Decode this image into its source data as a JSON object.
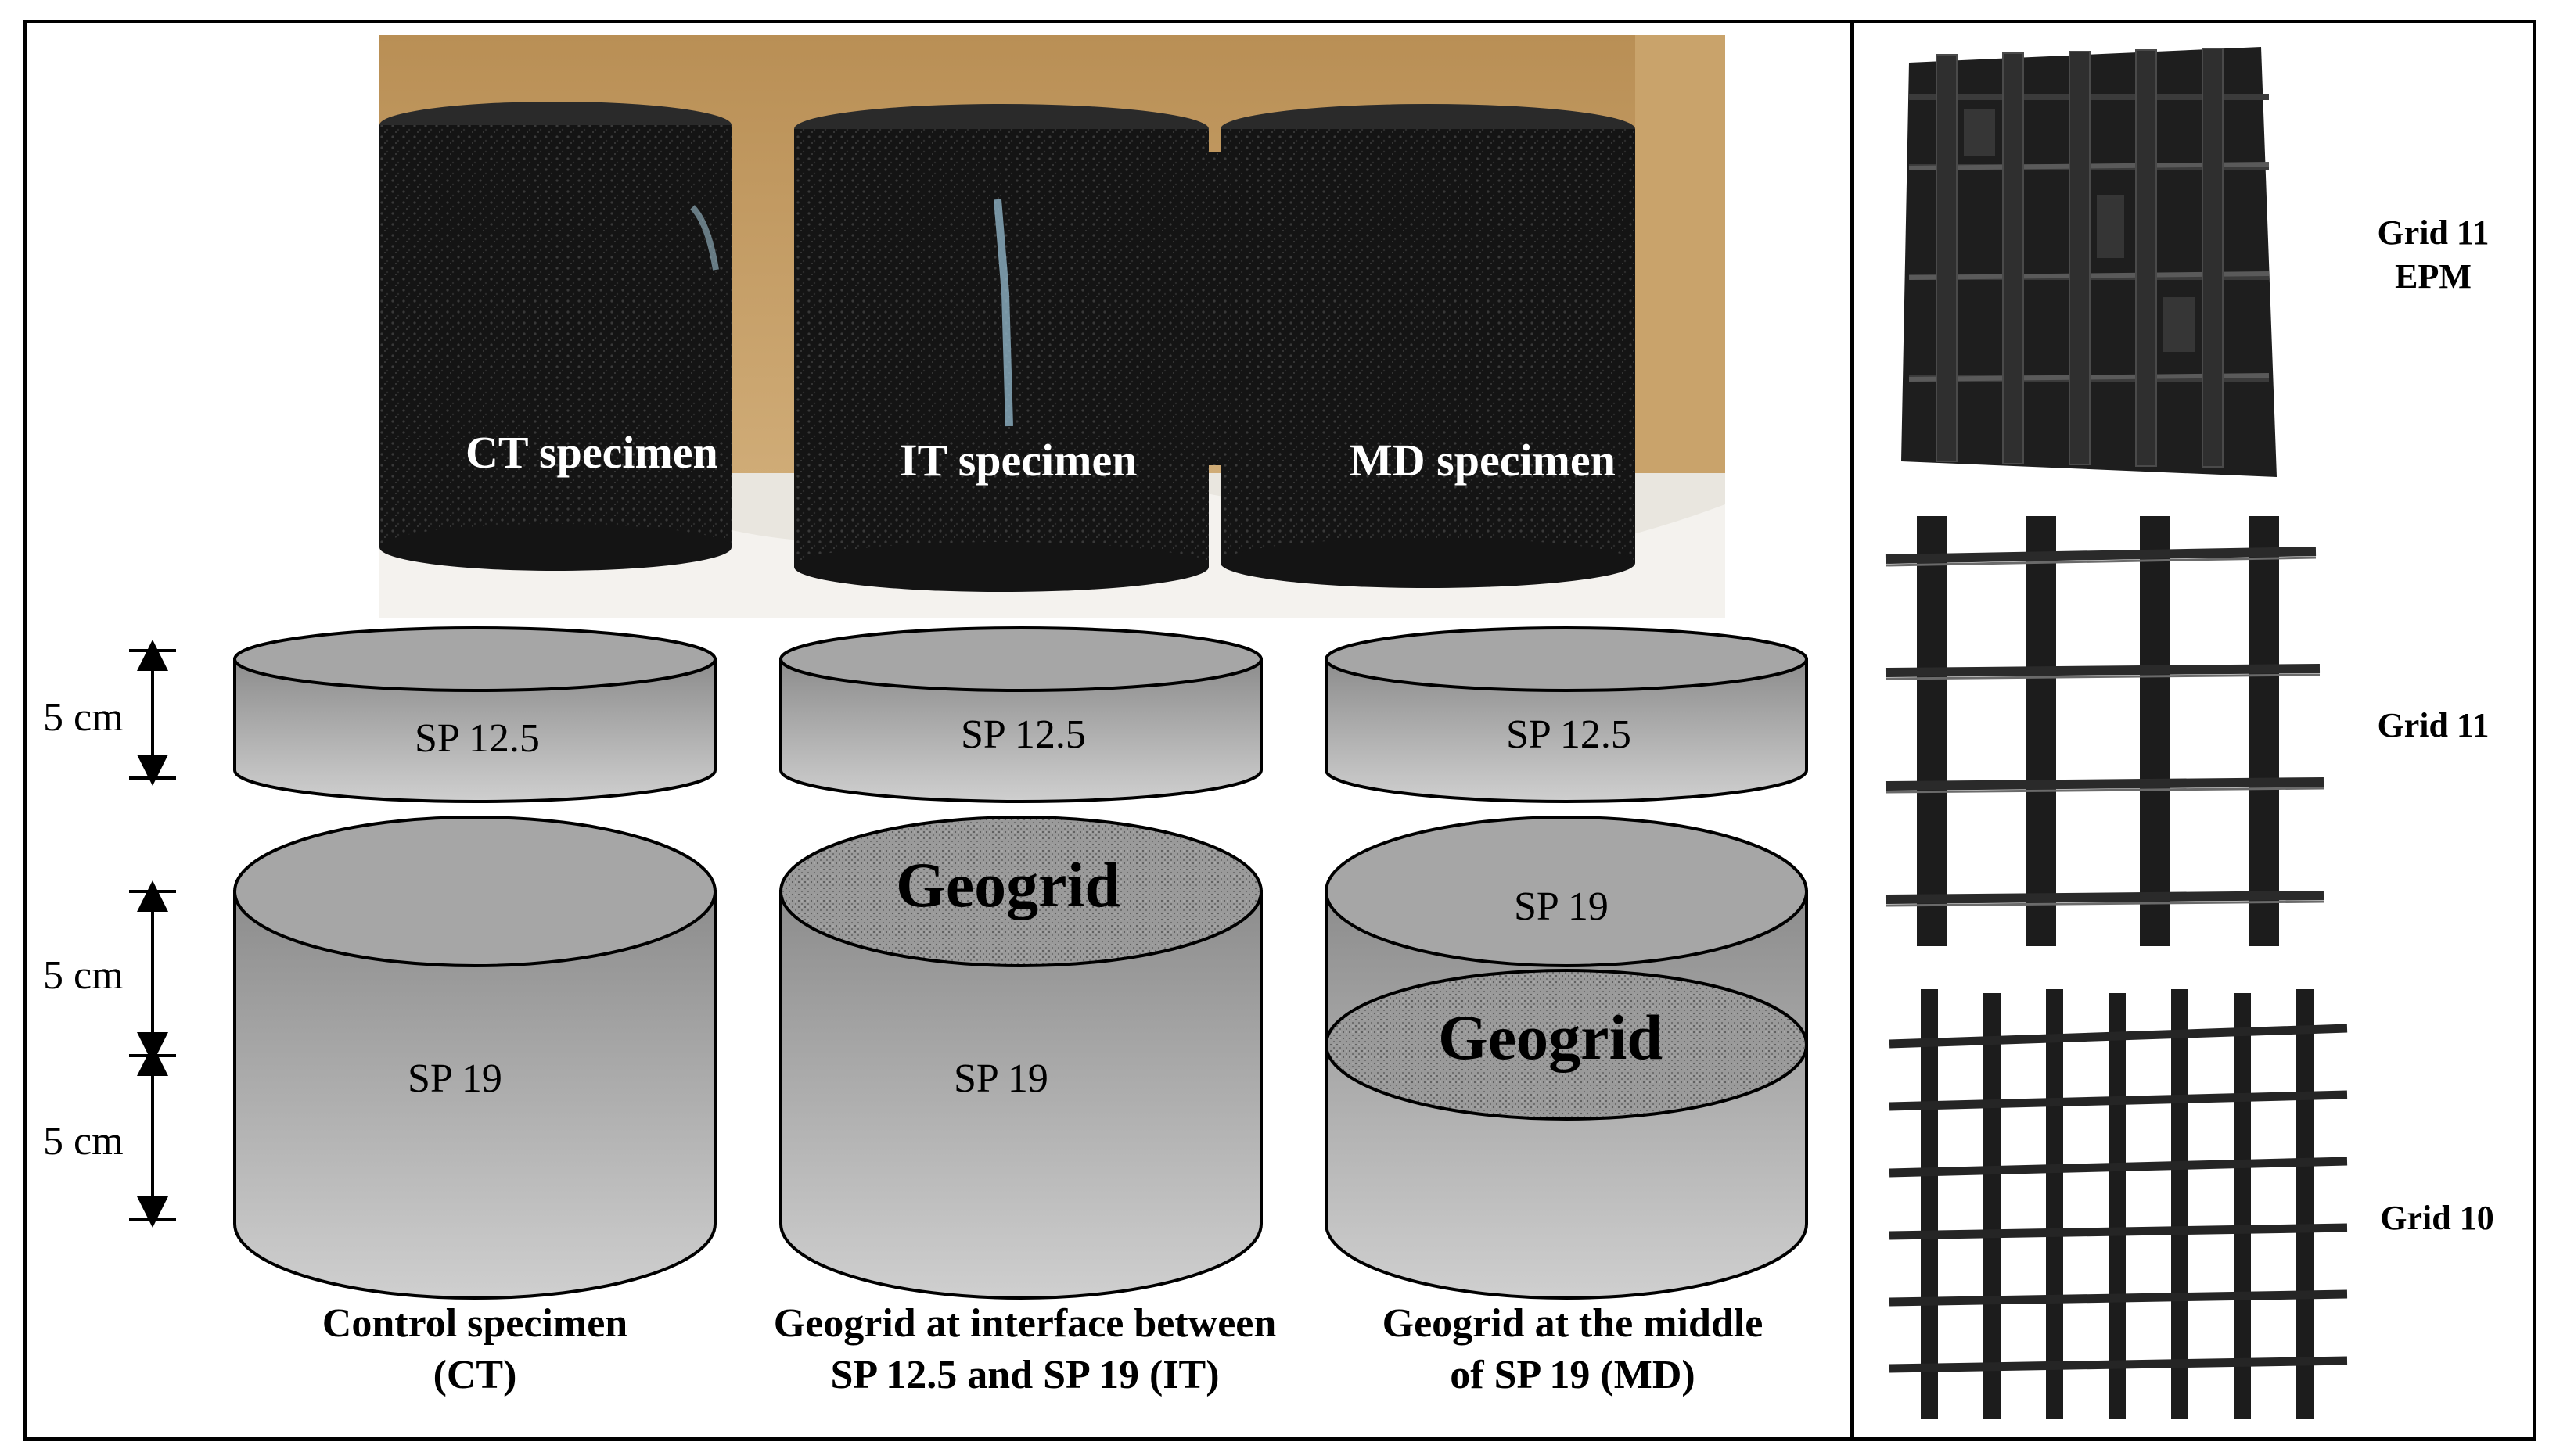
{
  "photo": {
    "labels": [
      "CT specimen",
      "IT specimen",
      "MD specimen"
    ]
  },
  "schematic": {
    "dimension_labels": [
      "5 cm",
      "5 cm",
      "5 cm"
    ],
    "layers": {
      "top_layer": "SP 12.5",
      "bottom_layer": "SP 19",
      "geogrid": "Geogrid"
    },
    "captions": {
      "ct": [
        "Control specimen",
        "(CT)"
      ],
      "it": [
        "Geogrid at interface between",
        "SP 12.5 and SP 19 (IT)"
      ],
      "md": [
        "Geogrid at the middle",
        "of SP 19 (MD)"
      ]
    }
  },
  "geogrids": [
    {
      "lines": [
        "Grid 11",
        "EPM"
      ]
    },
    {
      "lines": [
        "Grid 11"
      ]
    },
    {
      "lines": [
        "Grid 10"
      ]
    }
  ]
}
